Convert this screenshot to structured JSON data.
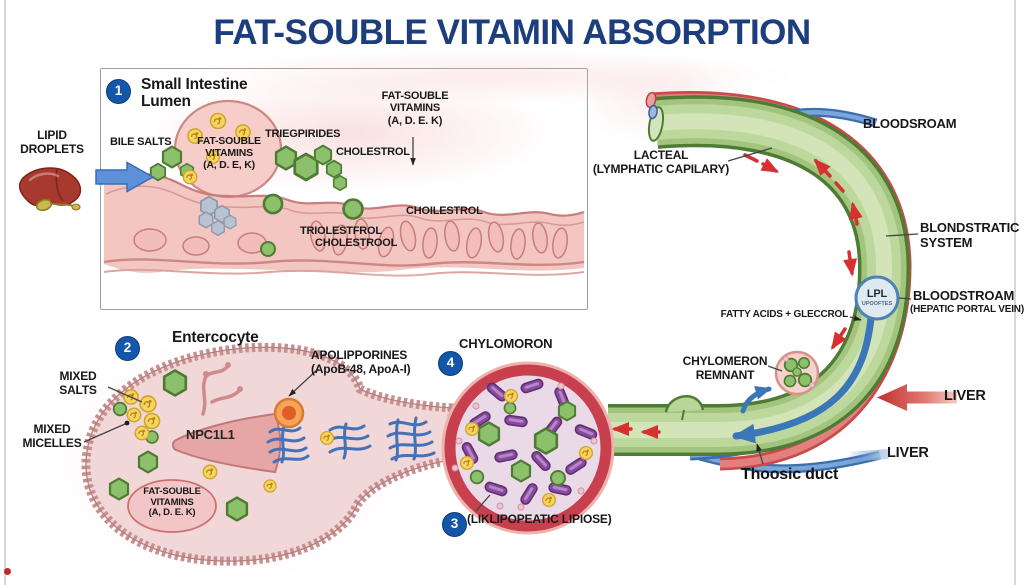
{
  "title": "FAT-SOUBLE VITAMIN ABSORPTION",
  "left_column": {
    "lipid_droplets": "LIPID\nDROPLETS"
  },
  "panel1": {
    "badge": "1",
    "heading": "Small Intestine\nLumen",
    "bile_salts": "BILE SALTS",
    "vitamins_bubble": "FAT-SOUBLE\nVITAMINS\n(A, D. E, K)",
    "triegpirides": "TRIEGPIRIDES",
    "vitamins_top": "FAT-SOUBLE\nVITAMINS\n(A, D. E. K)",
    "cholestrol": "CHOLESTROL",
    "choilestrol": "CHOILESTROL",
    "triolestfrol": "TRIOLESTFROL",
    "cholestrool": "CHOLESTROOL"
  },
  "enterocyte": {
    "badge": "2",
    "heading": "Entercocyte",
    "mixed_salts": "MIXED\nSALTS",
    "mixed_micelles": "MIXED\nMICELLES",
    "npc1l1": "NPC1L1",
    "apolipporines": "APOLIPPORINES\n(ApoB-48, ApoA-I)",
    "vitamins_oval": "FAT-SOUBLE\nVITAMINS\n(A, D. E. K)"
  },
  "chylomicron": {
    "badge4": "4",
    "heading": "CHYLOMORON",
    "badge3": "3",
    "caption": "(LIKLIPOPEATIC LIPIOSE)"
  },
  "vessels": {
    "bloodsroam": "BLOODSROAM",
    "lacteal": "LACTEAL\n(LYMPHATIC CAPILARY)",
    "blondstratic": "BLONDSTRATIC\nSYSTEM",
    "bloodstroam": "BLOODSTROAM",
    "hepatic": "(HEPATIC PORTAL VEIN)",
    "lpl": "LPL",
    "lpl_sub": "UPOOFTES",
    "fatty_acids": "FATTY ACIDS + GLECCROL",
    "chylomeron_remnant": "CHYLOMERON\nREMNANT",
    "liver_red": "LIVER",
    "liver_blue": "LIVER",
    "thoosic_duct": "Thoosic duct"
  },
  "icons": {
    "liver": "liver-icon"
  },
  "colors": {
    "title_navy": "#1d3e7c",
    "badge_blue": "#1456a8",
    "vessel_red": "#c94b4b",
    "vessel_blue": "#3c6eb0",
    "lacteal_green": "#a3c47e",
    "chylomicron_ring": "#c8404e",
    "rod_purple": "#8a4b9d",
    "hex_green": "#8cc06a",
    "vitamin_yellow": "#f6d463",
    "tissue_pink": "#f1d7d7"
  }
}
